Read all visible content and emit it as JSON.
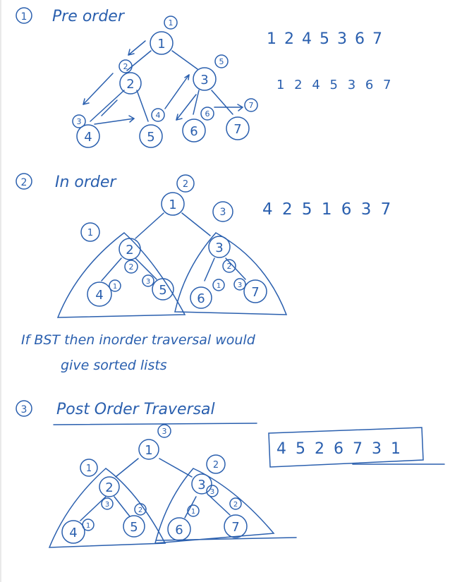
{
  "ink_color": "#2a5fae",
  "sections": [
    {
      "number": "1",
      "heading": "Pre order",
      "results": [
        "1 2 4 5 3 6 7",
        "1 2 4 5 3 6 7"
      ],
      "tree": {
        "root": "1",
        "left": "2",
        "right": "3",
        "leaves": [
          "4",
          "5",
          "6",
          "7"
        ]
      },
      "visit_marks": [
        "1",
        "2",
        "3",
        "4",
        "5",
        "6",
        "7"
      ]
    },
    {
      "number": "2",
      "heading": "In order",
      "results": [
        "4 2 5 1 6 3 7"
      ],
      "tree": {
        "root": "1",
        "left": "2",
        "right": "3",
        "leaves": [
          "4",
          "5",
          "6",
          "7"
        ]
      },
      "visit_marks": [
        "2",
        "1",
        "3",
        "2",
        "1",
        "3",
        "1",
        "2",
        "3"
      ],
      "note_lines": [
        "If BST then inorder traversal would",
        "give sorted lists"
      ]
    },
    {
      "number": "3",
      "heading": "Post Order Traversal",
      "results": [
        "4 5 2 6 7 3 1"
      ],
      "tree": {
        "root": "1",
        "left": "2",
        "right": "3",
        "leaves": [
          "4",
          "5",
          "6",
          "7"
        ]
      },
      "visit_marks": [
        "3",
        "1",
        "2",
        "3",
        "2",
        "1",
        "3",
        "2",
        "1"
      ]
    }
  ]
}
